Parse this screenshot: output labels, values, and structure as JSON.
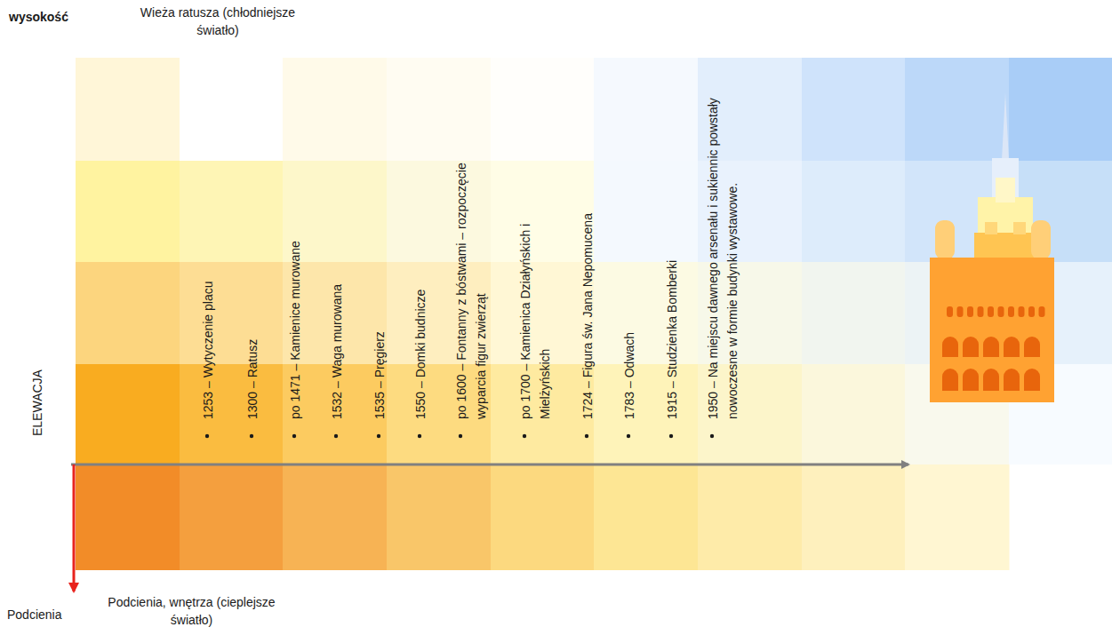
{
  "diagram": {
    "labels": [
      "wysokość",
      "Wieża ratusza (chłodniejsze światło)",
      "ELEWACJA",
      "Podcienia",
      "Podcienia, wnętrza (cieplejsze światło)",
      "1253 – Wytyczenie placu",
      "1300 – Ratusz",
      "po 1471 – Kamienice murowane",
      "1532 – Waga murowana",
      "1535 – Pręgierz",
      "1550 – Domki budnicze",
      "po 1600 – Fontanny z bóstwami – rozpoczęcie wyparcia figur zwierząt",
      "po 1700 – Kamienica Działyńskich i Mielżyńskich",
      "1724 – Figura św. Jana Nepomucena",
      "1783 – Odwach",
      "1915 – Studzienka Bomberki",
      "1950 – Na miejscu dawnego arsenału i sukiennic powstały nowoczesne w formie budynki wystawowe."
    ]
  }
}
